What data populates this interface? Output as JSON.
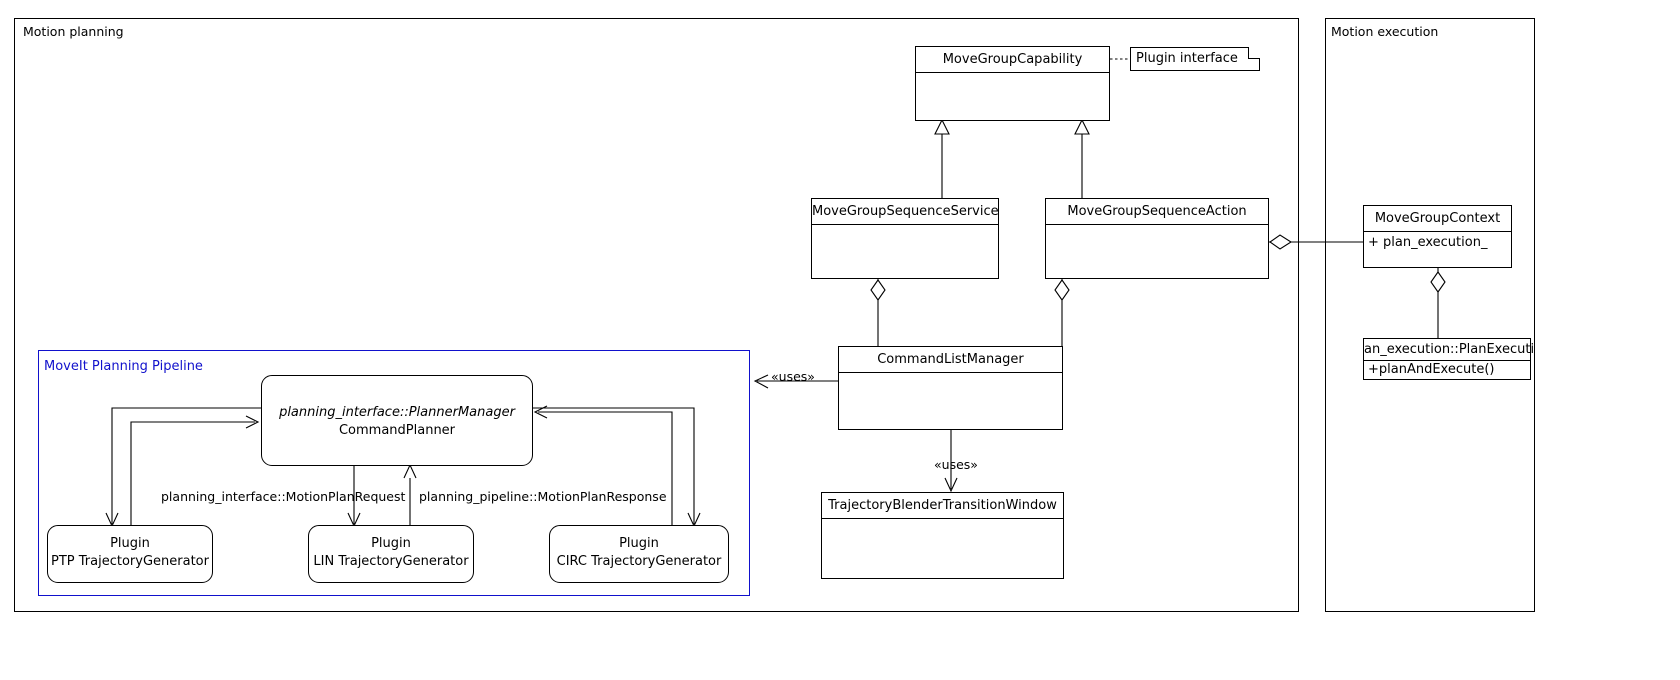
{
  "frames": [
    {
      "id": "motion-planning",
      "label": "Motion planning"
    },
    {
      "id": "motion-execution",
      "label": "Motion execution"
    }
  ],
  "pipeline": {
    "label": "MoveIt Planning Pipeline",
    "color": "#1111cc"
  },
  "classes": {
    "move_group_capability": {
      "name": "MoveGroupCapability",
      "attrs": []
    },
    "move_group_sequence_service": {
      "name": "MoveGroupSequenceService",
      "attrs": []
    },
    "move_group_sequence_action": {
      "name": "MoveGroupSequenceAction",
      "attrs": []
    },
    "command_list_manager": {
      "name": "CommandListManager",
      "attrs": []
    },
    "trajectory_blender": {
      "name": "TrajectoryBlenderTransitionWindow",
      "attrs": []
    },
    "move_group_context": {
      "name": "MoveGroupContext",
      "attrs": [
        "+ plan_execution_"
      ]
    },
    "plan_execution": {
      "name": "an_execution::PlanExecuti",
      "attrs": [
        "+planAndExecute()"
      ]
    }
  },
  "components": {
    "command_planner": {
      "interface": "planning_interface::PlannerManager",
      "name": "CommandPlanner"
    },
    "plugin_ptp": {
      "kind": "Plugin",
      "name": "PTP TrajectoryGenerator"
    },
    "plugin_lin": {
      "kind": "Plugin",
      "name": "LIN TrajectoryGenerator"
    },
    "plugin_circ": {
      "kind": "Plugin",
      "name": "CIRC TrajectoryGenerator"
    }
  },
  "note": {
    "text": "Plugin interface"
  },
  "edge_labels": {
    "uses_pipeline": "«uses»",
    "uses_blender": "«uses»",
    "motion_plan_request": "planning_interface::MotionPlanRequest",
    "motion_plan_response": "planning_pipeline::MotionPlanResponse"
  },
  "colors": {
    "stroke": "#000000",
    "pipeline": "#1111cc",
    "background": "#ffffff"
  }
}
